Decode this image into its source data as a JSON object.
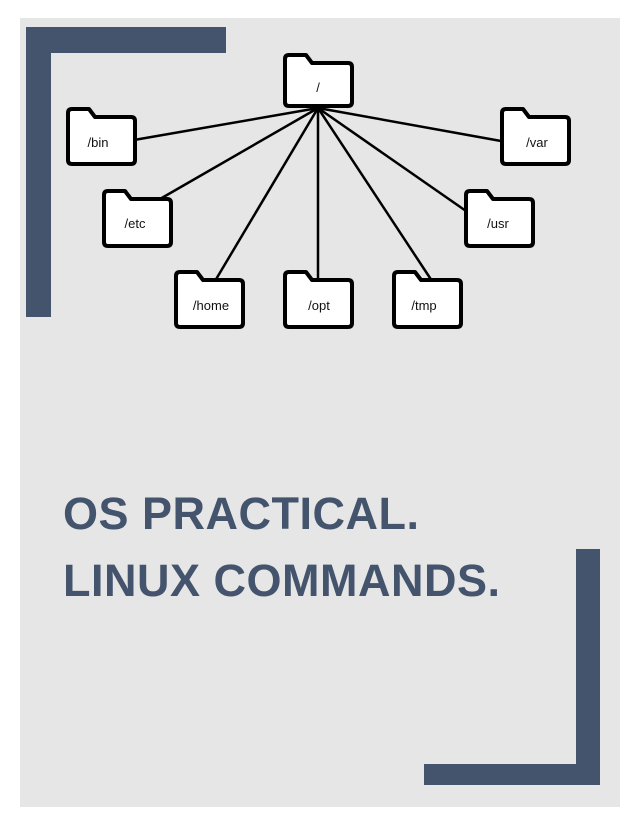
{
  "diagram": {
    "root": "/",
    "children": [
      "/bin",
      "/etc",
      "/home",
      "/opt",
      "/tmp",
      "/usr",
      "/var"
    ]
  },
  "title": {
    "line1": "OS PRACTICAL.",
    "line2": "LINUX COMMANDS."
  },
  "colors": {
    "accent": "#44546d",
    "page_background": "#e6e6e7",
    "outline": "#000000"
  }
}
